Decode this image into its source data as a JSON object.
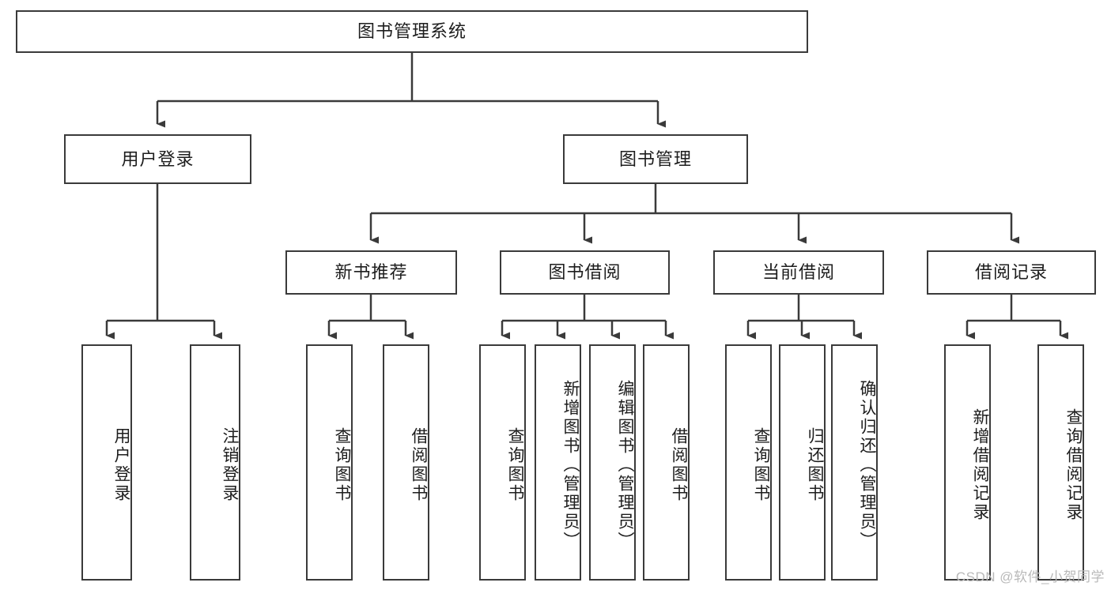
{
  "diagram": {
    "type": "tree-hierarchy-chart",
    "title": "图书管理系统",
    "line_color": "#3a3a3a",
    "background_color": "#ffffff",
    "text_color": "#1d1d1d",
    "root": {
      "label": "图书管理系统"
    },
    "level2": [
      {
        "label": "用户登录"
      },
      {
        "label": "图书管理"
      }
    ],
    "level3": [
      {
        "label": "新书推荐"
      },
      {
        "label": "图书借阅"
      },
      {
        "label": "当前借阅"
      },
      {
        "label": "借阅记录"
      }
    ],
    "leaves": {
      "user_login": [
        {
          "label": "用户登录"
        },
        {
          "label": "注销登录"
        }
      ],
      "new_book_recommend": [
        {
          "label": "查询图书"
        },
        {
          "label": "借阅图书"
        }
      ],
      "book_borrow": [
        {
          "label": "查询图书"
        },
        {
          "label": "新增图书（管理员）"
        },
        {
          "label": "编辑图书（管理员）"
        },
        {
          "label": "借阅图书"
        }
      ],
      "current_borrow": [
        {
          "label": "查询图书"
        },
        {
          "label": "归还图书"
        },
        {
          "label": "确认归还（管理员）"
        }
      ],
      "borrow_record": [
        {
          "label": "新增借阅记录"
        },
        {
          "label": "查询借阅记录"
        }
      ]
    }
  },
  "watermark": {
    "text": "CSDN @软件_小贺同学"
  }
}
